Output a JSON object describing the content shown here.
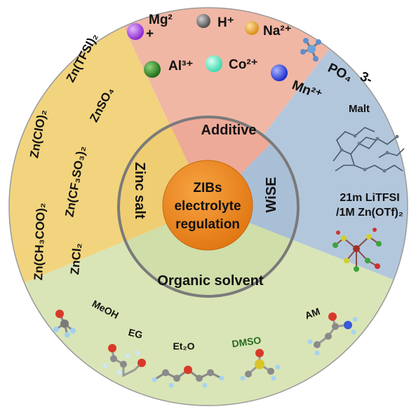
{
  "center": {
    "lines": [
      "ZIBs",
      "electrolyte",
      "regulation"
    ]
  },
  "inner_ring": {
    "additive": "Additive",
    "wise": "WiSE",
    "organic_solvent": "Organic solvent",
    "zinc_salt": "Zinc salt"
  },
  "additive_ions": {
    "mg": "Mg²",
    "mg_sign": "+",
    "h": "H⁺",
    "na": "Na²⁺",
    "al": "Al³⁺",
    "co": "Co²⁺",
    "mn": "Mn²⁺",
    "po4": "PO₄",
    "po4_charge": "3-"
  },
  "wise": {
    "malt": "Malt",
    "line1": "21m LiTFSI",
    "line2": "/1M Zn(OTf)₂"
  },
  "zinc_salts": {
    "tfsi": "Zn(TFSI)₂",
    "so4": "ZnSO₄",
    "clo": "Zn(ClO)₂",
    "cf3so3": "Zn(CF₃SO₃)₂",
    "acetate": "Zn(CH₃COO)₂",
    "cl2": "ZnCl₂"
  },
  "solvents": {
    "meoh": "MeOH",
    "eg": "EG",
    "et2o": "Et₂O",
    "dmso": "DMSO",
    "am": "AM"
  },
  "colors": {
    "additive_outer": "#f1b7a5",
    "additive_inner": "#eeaa98",
    "wise_outer": "#b3c7dc",
    "wise_inner": "#a9bfd6",
    "zinc_outer": "#f2d47e",
    "zinc_inner": "#efcd73",
    "organic_outer": "#d9e5b6",
    "organic_inner": "#d0deaa",
    "center": "#f08a1c",
    "dmso_text": "#2a6b22"
  }
}
